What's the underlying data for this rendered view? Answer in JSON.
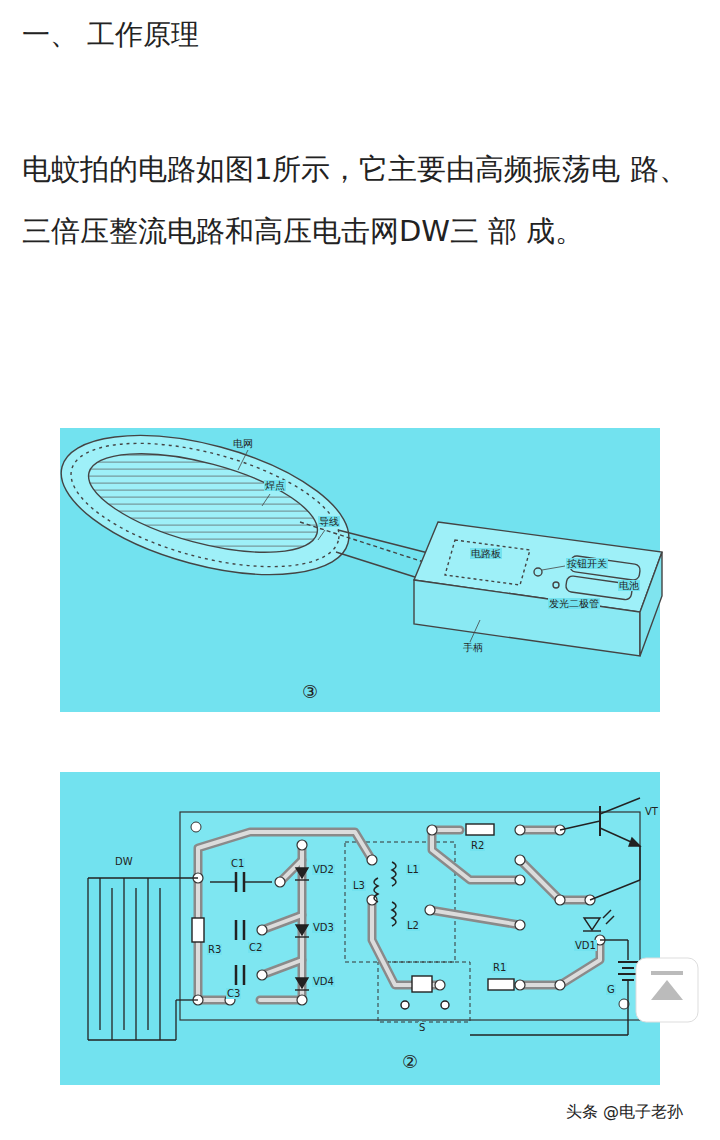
{
  "diagram": {
    "title": "一、 工作原理",
    "labels": [
      "电蚊拍的电路如图1所示，它主要由高频振荡电 路、三倍压整流电路和高压电击网DW三 部 成。",
      "电网",
      "焊点",
      "导线",
      "电路板",
      "按钮开关",
      "发光二极管",
      "电池",
      "手柄",
      "③",
      "DW",
      "C1",
      "VD2",
      "R3",
      "C2",
      "VD3",
      "C3",
      "VD4",
      "L1",
      "L2",
      "L3",
      "R2",
      "VT",
      "VD1",
      "R1",
      "G",
      "S",
      "②",
      "头条 @电子老孙"
    ]
  }
}
